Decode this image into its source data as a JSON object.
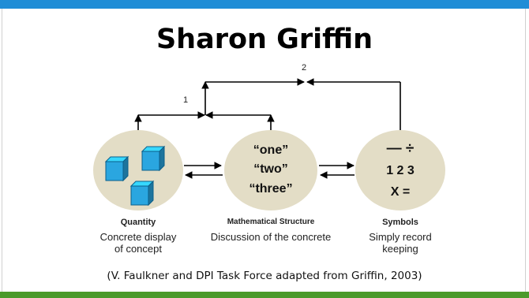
{
  "colors": {
    "top_bar": "#1f8dd6",
    "bottom_bar": "#4a9a2a",
    "circle_fill": "#e3ddc6",
    "cube_fill": "#2aa6e0",
    "arrow": "#000000"
  },
  "title": "Sharon Griffin",
  "path_labels": {
    "one": "1",
    "two": "2"
  },
  "nodes": {
    "quantity": {
      "heading": "Quantity",
      "desc_line1": "Concrete display",
      "desc_line2": "of concept"
    },
    "structure": {
      "words": [
        "“one”",
        "“two”",
        "“three”"
      ],
      "heading": "Mathematical Structure",
      "desc": "Discussion of the concrete"
    },
    "symbols": {
      "row1": "—  ÷",
      "row2": "1  2  3",
      "row3": "X  =",
      "heading": "Symbols",
      "desc_line1": "Simply record",
      "desc_line2": "keeping"
    }
  },
  "citation": "(V. Faulkner and DPI Task Force adapted from Griffin, 2003)"
}
